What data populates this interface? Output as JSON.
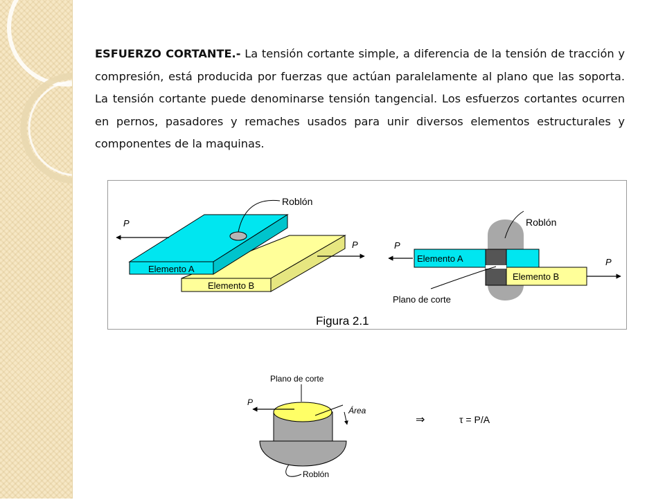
{
  "slide": {
    "paragraph_lead": "ESFUERZO CORTANTE.-",
    "paragraph_body": " La tensión cortante simple, a diferencia de la tensión de tracción y compresión, está producida por fuerzas que actúan paralelamente al plano que las soporta. La tensión cortante puede denominarse tensión tangencial. Los esfuerzos cortantes ocurren en pernos, pasadores y remaches usados para unir diversos elementos estructurales y componentes de la maquinas."
  },
  "figure1": {
    "caption": "Figura 2.1",
    "left": {
      "rivet_label": "Roblón",
      "element_a": "Elemento A",
      "element_b": "Elemento B",
      "force_left": "P",
      "force_right": "P"
    },
    "right": {
      "rivet_label": "Roblón",
      "element_a": "Elemento A",
      "element_b": "Elemento B",
      "force_left": "P",
      "force_right": "P",
      "cut_plane": "Plano de corte"
    }
  },
  "figure2": {
    "cut_plane": "Plano de corte",
    "force": "P",
    "area": "Área",
    "rivet_label": "Roblón",
    "implies_symbol": "⇒",
    "formula": "τ = P/A"
  },
  "colors": {
    "plate_a": "#00e6f0",
    "plate_b": "#ffff99",
    "rivet": "#a8a8a8",
    "band": "#f6e7c4"
  }
}
